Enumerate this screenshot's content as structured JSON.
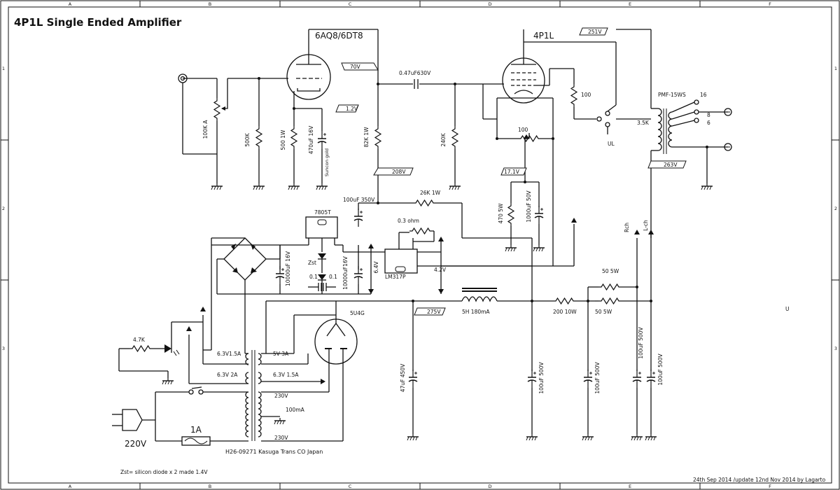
{
  "title": "4P1L Single Ended Amplifier",
  "border": {
    "cols": [
      "A",
      "B",
      "C",
      "D",
      "E",
      "F"
    ],
    "rows": [
      "1",
      "2",
      "3"
    ]
  },
  "tubes": {
    "v1": "6AQ8/6DT8",
    "v2": "4P1L",
    "rect": "5U4G"
  },
  "voltages": {
    "v70": "70V",
    "v12": "1.2V",
    "v251": "251V",
    "v208": "208V",
    "v171": "17.1V",
    "v263": "263V",
    "v275": "275V",
    "v42": "4.2V",
    "v64": "6.4V"
  },
  "components": {
    "pot": "100K A",
    "r500k": "500K",
    "r5001w": "500 1W",
    "c470": "470uF 16V",
    "suncon": "Suncon gold",
    "r82k": "82K 1W",
    "r240k": "240K",
    "ccoup": "0.47uF630V",
    "r100a": "100",
    "r100b": "100",
    "r4705w": "470 5W",
    "c1000": "1000uF 50V",
    "c100_350": "100uF 350V",
    "r26k": "26K 1W",
    "reg1": "7805T",
    "reg2": "LM317P",
    "r03": "0.3 ohm",
    "c10000a": "10000uF 16V",
    "c10000b": "10000uF16V",
    "zst": "Zst",
    "c01a": "0.1",
    "c01b": "0.1",
    "choke": "5H 180mA",
    "r200": "200 10W",
    "r50a": "50 5W",
    "r50b": "50 5W",
    "c47": "47uF 450V",
    "c100a": "100uF 500V",
    "c100b": "100uF 500V",
    "c100c": "100uF 500V",
    "c100d": "100uF 500V",
    "opt": "PMF-15WS",
    "tap16": "16",
    "tap8": "8",
    "tap6": "6",
    "pri": "3.5K",
    "ul": "UL",
    "rch": "Rch",
    "lch": "L-ch",
    "r47k": "4.7K",
    "fuse": "1A",
    "mains": "220V",
    "t631": "6.3V1.5A",
    "t632": "6.3V 2A",
    "t5v": "5V 3A",
    "t633": "6.3V 1.5A",
    "t230a": "230V",
    "t100ma": "100mA",
    "t230b": "230V",
    "transformer": "H26-09271 Kasuga Trans CO Japan",
    "u": "U"
  },
  "notes": {
    "zst_note": "Zst= silicon diode x 2 made 1.4V",
    "footer": "24th Sep 2014 /update 12nd Nov 2014 by Lagarto"
  }
}
